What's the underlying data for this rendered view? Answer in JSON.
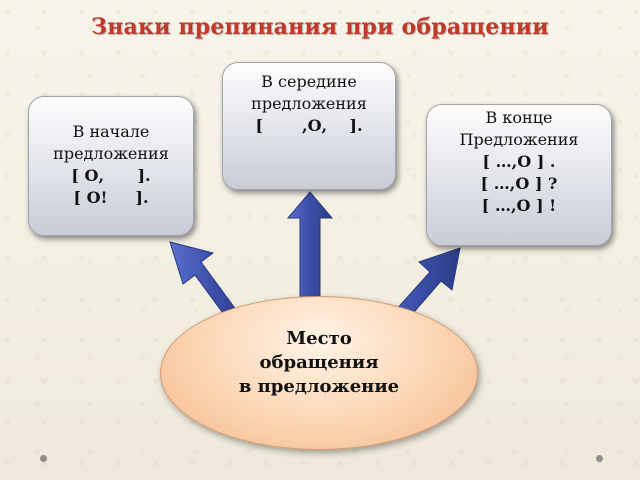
{
  "title": "Знаки препинания при обращении",
  "boxes": {
    "left": {
      "line1": "В начале",
      "line2": "предложения",
      "line3": "[ О,      ].",
      "line4": "[ О!     ]."
    },
    "middle": {
      "line1": "В середине",
      "line2": "предложения",
      "line3": "[       ,О,    ]."
    },
    "right": {
      "line1": "В конце",
      "line2": "Предложения",
      "line3": "[ …,О ] .",
      "line4": "[ …,О ] ?",
      "line5": "[ …,О ] !"
    }
  },
  "center": {
    "line1": "Место",
    "line2": "обращения",
    "line3": "в предложение"
  },
  "colors": {
    "title": "#c0392b",
    "arrow": "#3b4fa8",
    "box_fill": "#e6e8ee",
    "center_fill": "#fbd5b2"
  }
}
